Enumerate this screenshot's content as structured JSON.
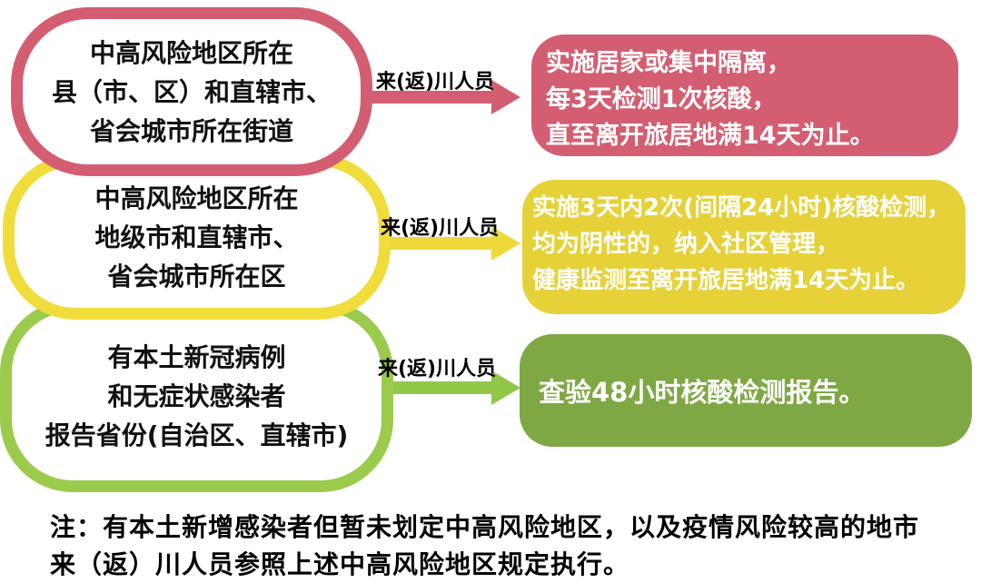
{
  "colors": {
    "pink": "#d35e72",
    "yellow_border": "#f0dc3a",
    "yellow_fill": "#e6d139",
    "green_border": "#9bcb4c",
    "green_fill": "#7ea843",
    "text_black": "#111111",
    "box_text_white": "#ffffff"
  },
  "rows": [
    {
      "condition": {
        "lines": [
          "中高风险地区所在",
          "县（市、区）和直辖市、",
          "省会城市所在街道"
        ]
      },
      "arrow_label": "来(返)川人员",
      "measure": {
        "lines": [
          "实施居家或集中隔离，",
          "每3天检测1次核酸，",
          "直至离开旅居地满14天为止。"
        ]
      }
    },
    {
      "condition": {
        "lines": [
          "中高风险地区所在",
          "地级市和直辖市、",
          "省会城市所在区"
        ]
      },
      "arrow_label": "来(返)川人员",
      "measure": {
        "lines": [
          "实施3天内2次(间隔24小时)核酸检测，",
          "均为阴性的，纳入社区管理，",
          "健康监测至离开旅居地满14天为止。"
        ]
      }
    },
    {
      "condition": {
        "lines": [
          "有本土新冠病例",
          "和无症状感染者",
          "报告省份(自治区、直辖市)"
        ]
      },
      "arrow_label": "来(返)川人员",
      "measure": {
        "lines": [
          "查验48小时核酸检测报告。"
        ]
      }
    }
  ],
  "note": {
    "lines": [
      "注：有本土新增感染者但暂未划定中高风险地区，以及疫情风险较高的地市",
      "来（返）川人员参照上述中高风险地区规定执行。"
    ]
  }
}
